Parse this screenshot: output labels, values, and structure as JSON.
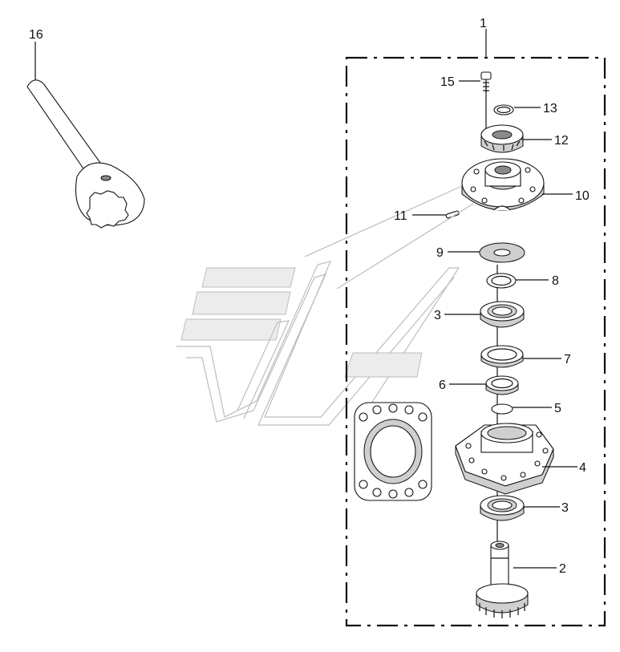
{
  "callouts": [
    {
      "id": "1",
      "label": "1"
    },
    {
      "id": "2",
      "label": "2"
    },
    {
      "id": "3a",
      "label": "3"
    },
    {
      "id": "3b",
      "label": "3"
    },
    {
      "id": "4",
      "label": "4"
    },
    {
      "id": "5",
      "label": "5"
    },
    {
      "id": "6",
      "label": "6"
    },
    {
      "id": "7",
      "label": "7"
    },
    {
      "id": "8",
      "label": "8"
    },
    {
      "id": "9",
      "label": "9"
    },
    {
      "id": "10",
      "label": "10"
    },
    {
      "id": "11",
      "label": "11"
    },
    {
      "id": "12",
      "label": "12"
    },
    {
      "id": "13",
      "label": "13"
    },
    {
      "id": "15",
      "label": "15"
    },
    {
      "id": "16",
      "label": "16"
    }
  ],
  "colors": {
    "line": "#111111",
    "watermark": "#bdbdbd",
    "background": "#ffffff"
  }
}
